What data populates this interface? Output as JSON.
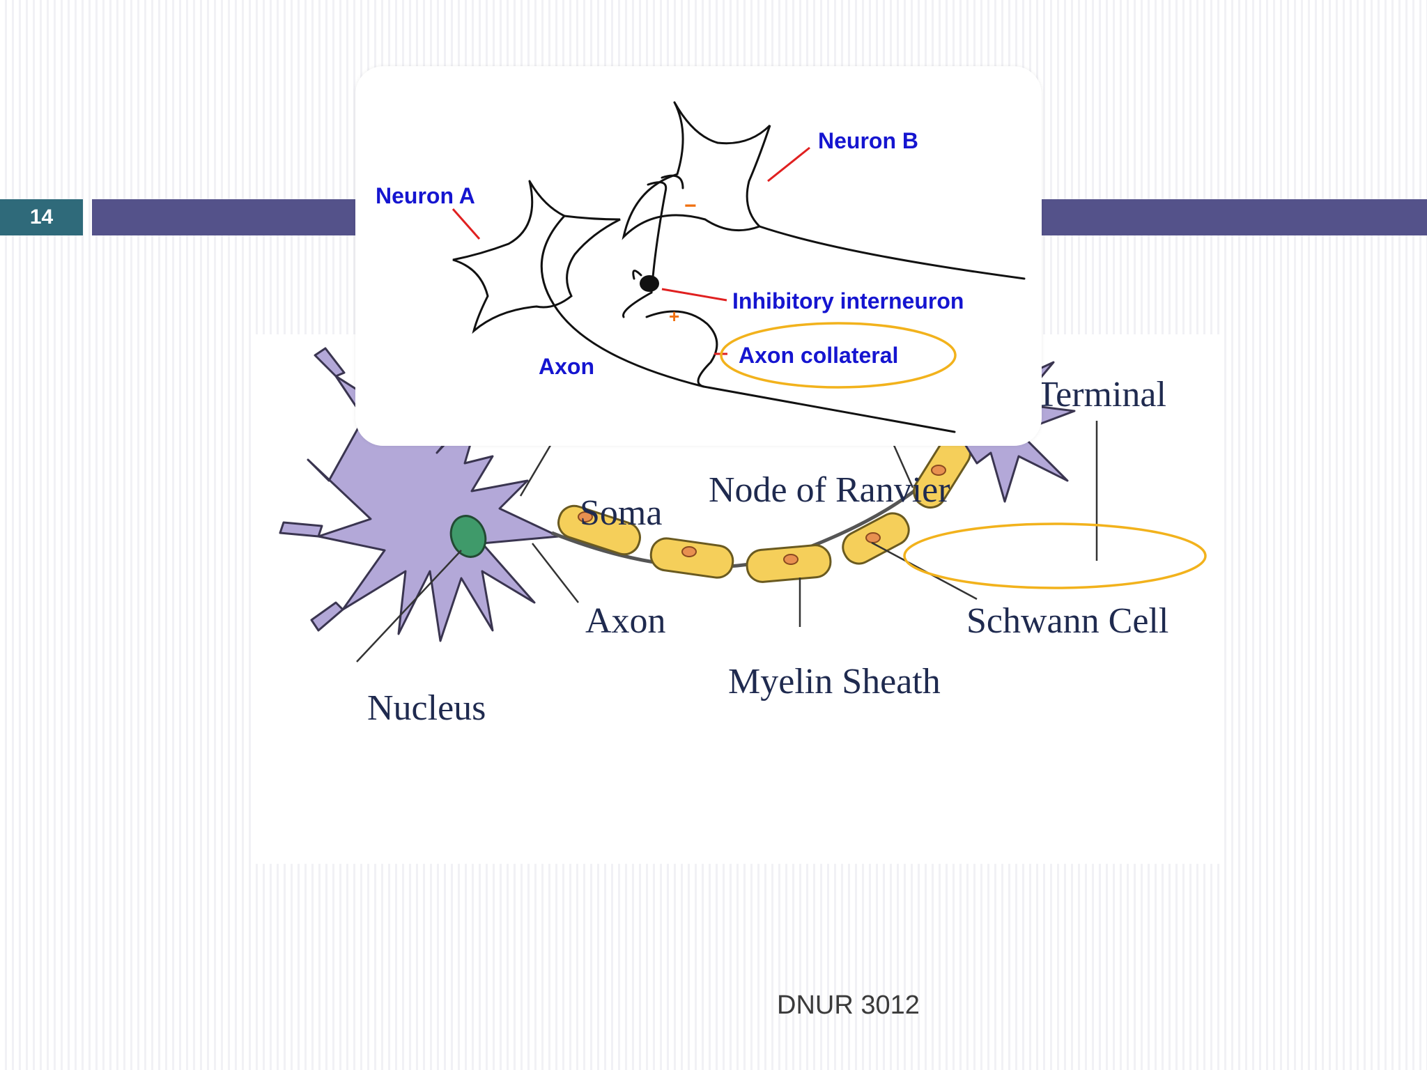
{
  "slide": {
    "number": "14",
    "footer": "DNUR 3012"
  },
  "neuron_diagram": {
    "labels": {
      "terminal": "Terminal",
      "soma": "Soma",
      "node_of_ranvier": "Node of Ranvier",
      "axon": "Axon",
      "schwann_cell": "Schwann Cell",
      "myelin_sheath": "Myelin Sheath",
      "nucleus": "Nucleus"
    },
    "colors": {
      "dendrite": "#b3a8d8",
      "myelin": "#f5cf5a",
      "nucleus": "#3f9a6a",
      "highlight": "#f2b21c"
    }
  },
  "inset_diagram": {
    "labels": {
      "neuron_a": "Neuron A",
      "neuron_b": "Neuron B",
      "inhibitory_interneuron": "Inhibitory interneuron",
      "axon_collateral": "Axon collateral",
      "axon": "Axon",
      "minus_sign": "−",
      "plus_sign": "+"
    },
    "colors": {
      "label": "#1515d0",
      "pointer": "#e02020",
      "sign": "#f07010"
    }
  }
}
